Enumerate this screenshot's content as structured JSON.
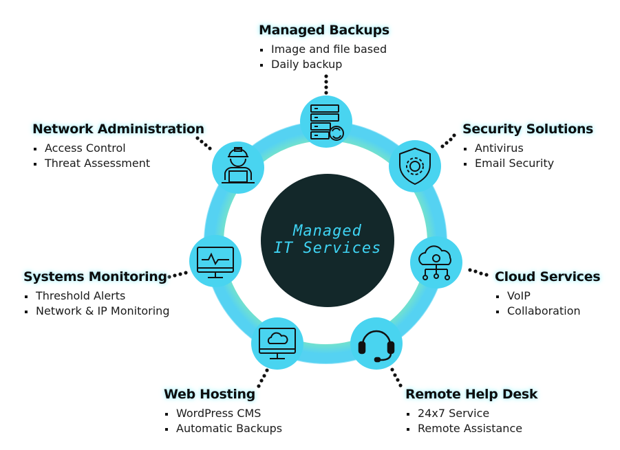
{
  "center": {
    "line1": "Managed",
    "line2": "IT Services"
  },
  "colors": {
    "ring_outer": "#5cd6f2",
    "ring_inner": "#a8f08a",
    "node_fill": "#49d4f0",
    "center_fill": "#13282a",
    "center_text": "#3fd4f4"
  },
  "services": [
    {
      "title": "Managed Backups",
      "items": [
        "Image and file based",
        "Daily backup"
      ],
      "icon": "server-sync-icon"
    },
    {
      "title": "Security Solutions",
      "items": [
        "Antivirus",
        "Email Security"
      ],
      "icon": "shield-gear-icon"
    },
    {
      "title": "Cloud Services",
      "items": [
        "VoIP",
        "Collaboration"
      ],
      "icon": "cloud-network-icon"
    },
    {
      "title": "Remote Help Desk",
      "items": [
        "24x7 Service",
        "Remote Assistance"
      ],
      "icon": "headset-icon"
    },
    {
      "title": "Web Hosting",
      "items": [
        "WordPress CMS",
        "Automatic Backups"
      ],
      "icon": "monitor-cloud-icon"
    },
    {
      "title": "Systems Monitoring",
      "items": [
        "Threshold Alerts",
        "Network & IP Monitoring"
      ],
      "icon": "monitor-pulse-icon"
    },
    {
      "title": "Network Administration",
      "items": [
        "Access Control",
        "Threat Assessment"
      ],
      "icon": "engineer-laptop-icon"
    }
  ]
}
